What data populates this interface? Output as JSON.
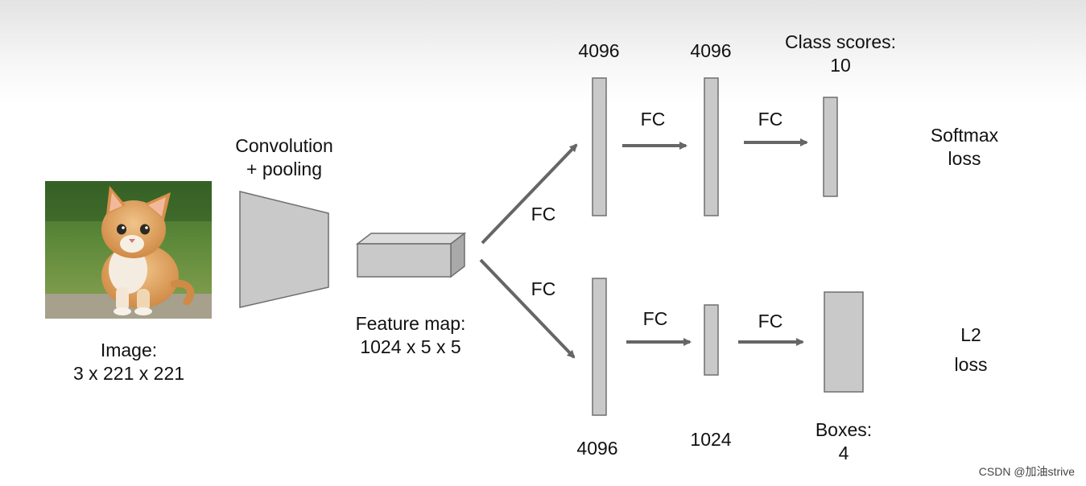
{
  "input": {
    "label_line1": "Image:",
    "label_line2": "3 x 221 x 221"
  },
  "conv": {
    "label_line1": "Convolution",
    "label_line2": "+ pooling"
  },
  "feature_map": {
    "label_line1": "Feature map:",
    "label_line2": "1024 x 5 x 5"
  },
  "classification_branch": {
    "fc_labels": [
      "FC",
      "FC",
      "FC"
    ],
    "layer1_size": "4096",
    "layer2_size": "4096",
    "output_line1": "Class scores:",
    "output_line2": "10",
    "loss_line1": "Softmax",
    "loss_line2": "loss"
  },
  "regression_branch": {
    "fc_labels": [
      "FC",
      "FC",
      "FC"
    ],
    "layer1_size": "4096",
    "layer2_size": "1024",
    "output_line1": "Boxes:",
    "output_line2": "4",
    "loss_line1": "L2",
    "loss_line2": "loss"
  },
  "watermark": "CSDN @加油strive",
  "colors": {
    "block_fill": "#c9c9c9",
    "block_stroke": "#6f6f6f",
    "arrow": "#666666"
  }
}
